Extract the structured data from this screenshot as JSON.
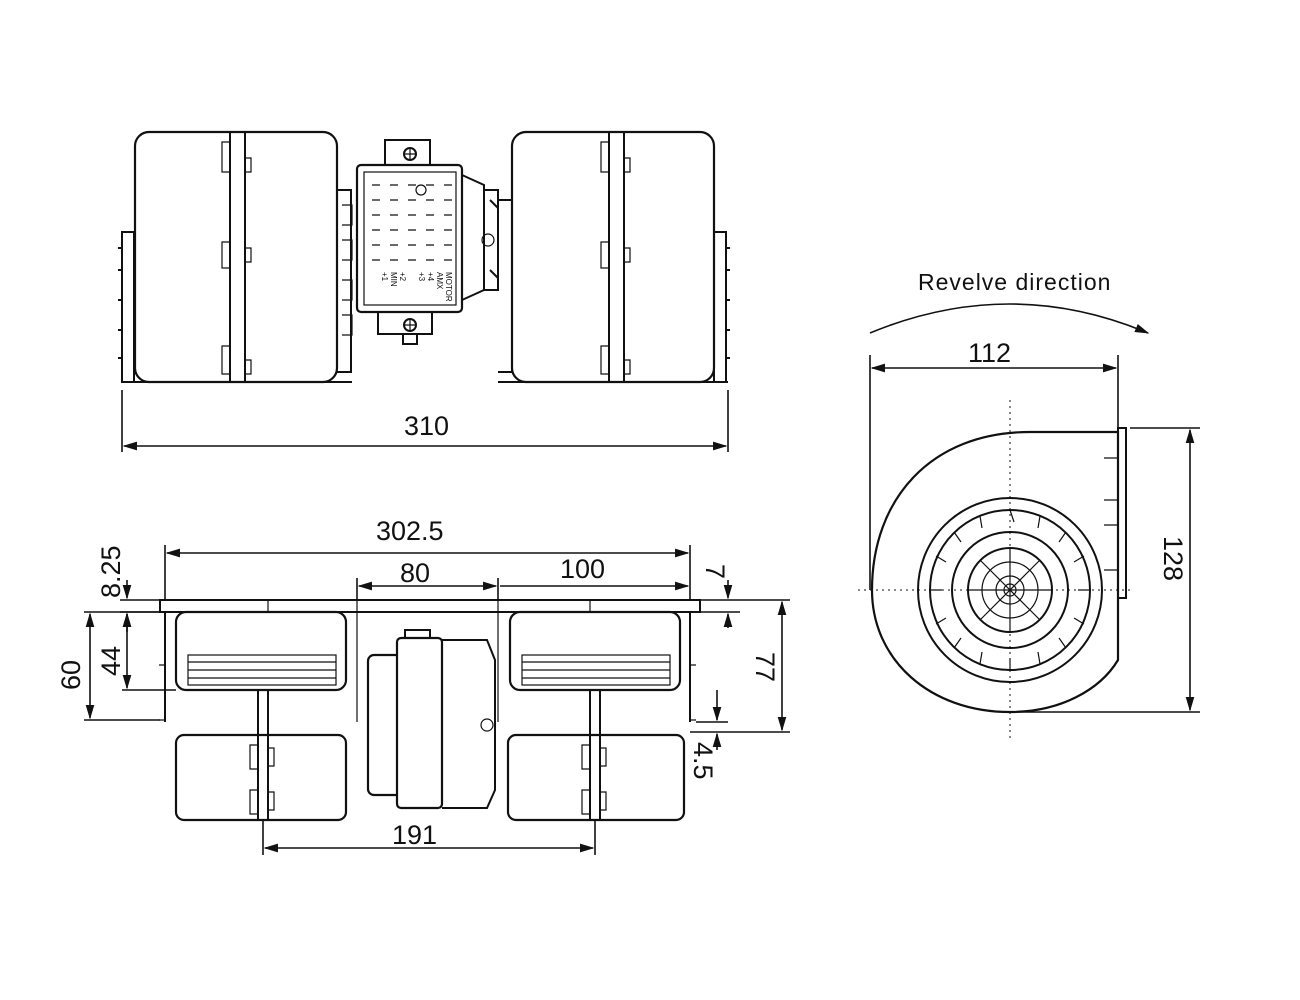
{
  "dimensions": {
    "overall_length": "310",
    "base_length": "302.5",
    "motor_width": "80",
    "housing_width": "100",
    "side_offset": "8.25",
    "right_offset": "7",
    "height_44": "44",
    "height_60": "60",
    "height_77": "77",
    "flange": "4.5",
    "outlet_spacing": "191",
    "side_width": "112",
    "side_height": "128"
  },
  "labels": {
    "rotation": "Revelve direction"
  },
  "motor_plate": {
    "lines": [
      "MOTOR",
      "AMX",
      "+4",
      "+3",
      "+2",
      "MIN",
      "+1"
    ]
  },
  "icons": {
    "arrow": "arrow-head",
    "rotation": "curved-arrow-icon"
  }
}
